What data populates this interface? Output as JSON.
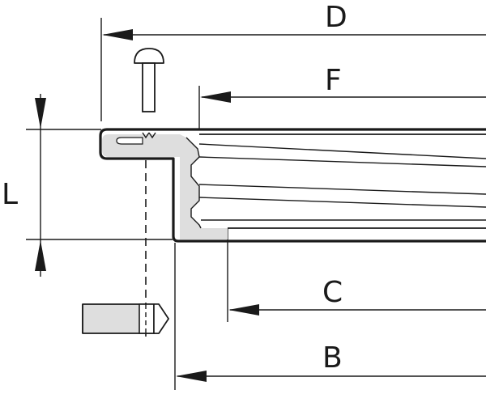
{
  "diagram": {
    "colors": {
      "line": "#1a1a1a",
      "fill": "#dedede",
      "background": "#ffffff"
    },
    "labels": {
      "D": "D",
      "F": "F",
      "L": "L",
      "C": "C",
      "B": "B"
    }
  }
}
